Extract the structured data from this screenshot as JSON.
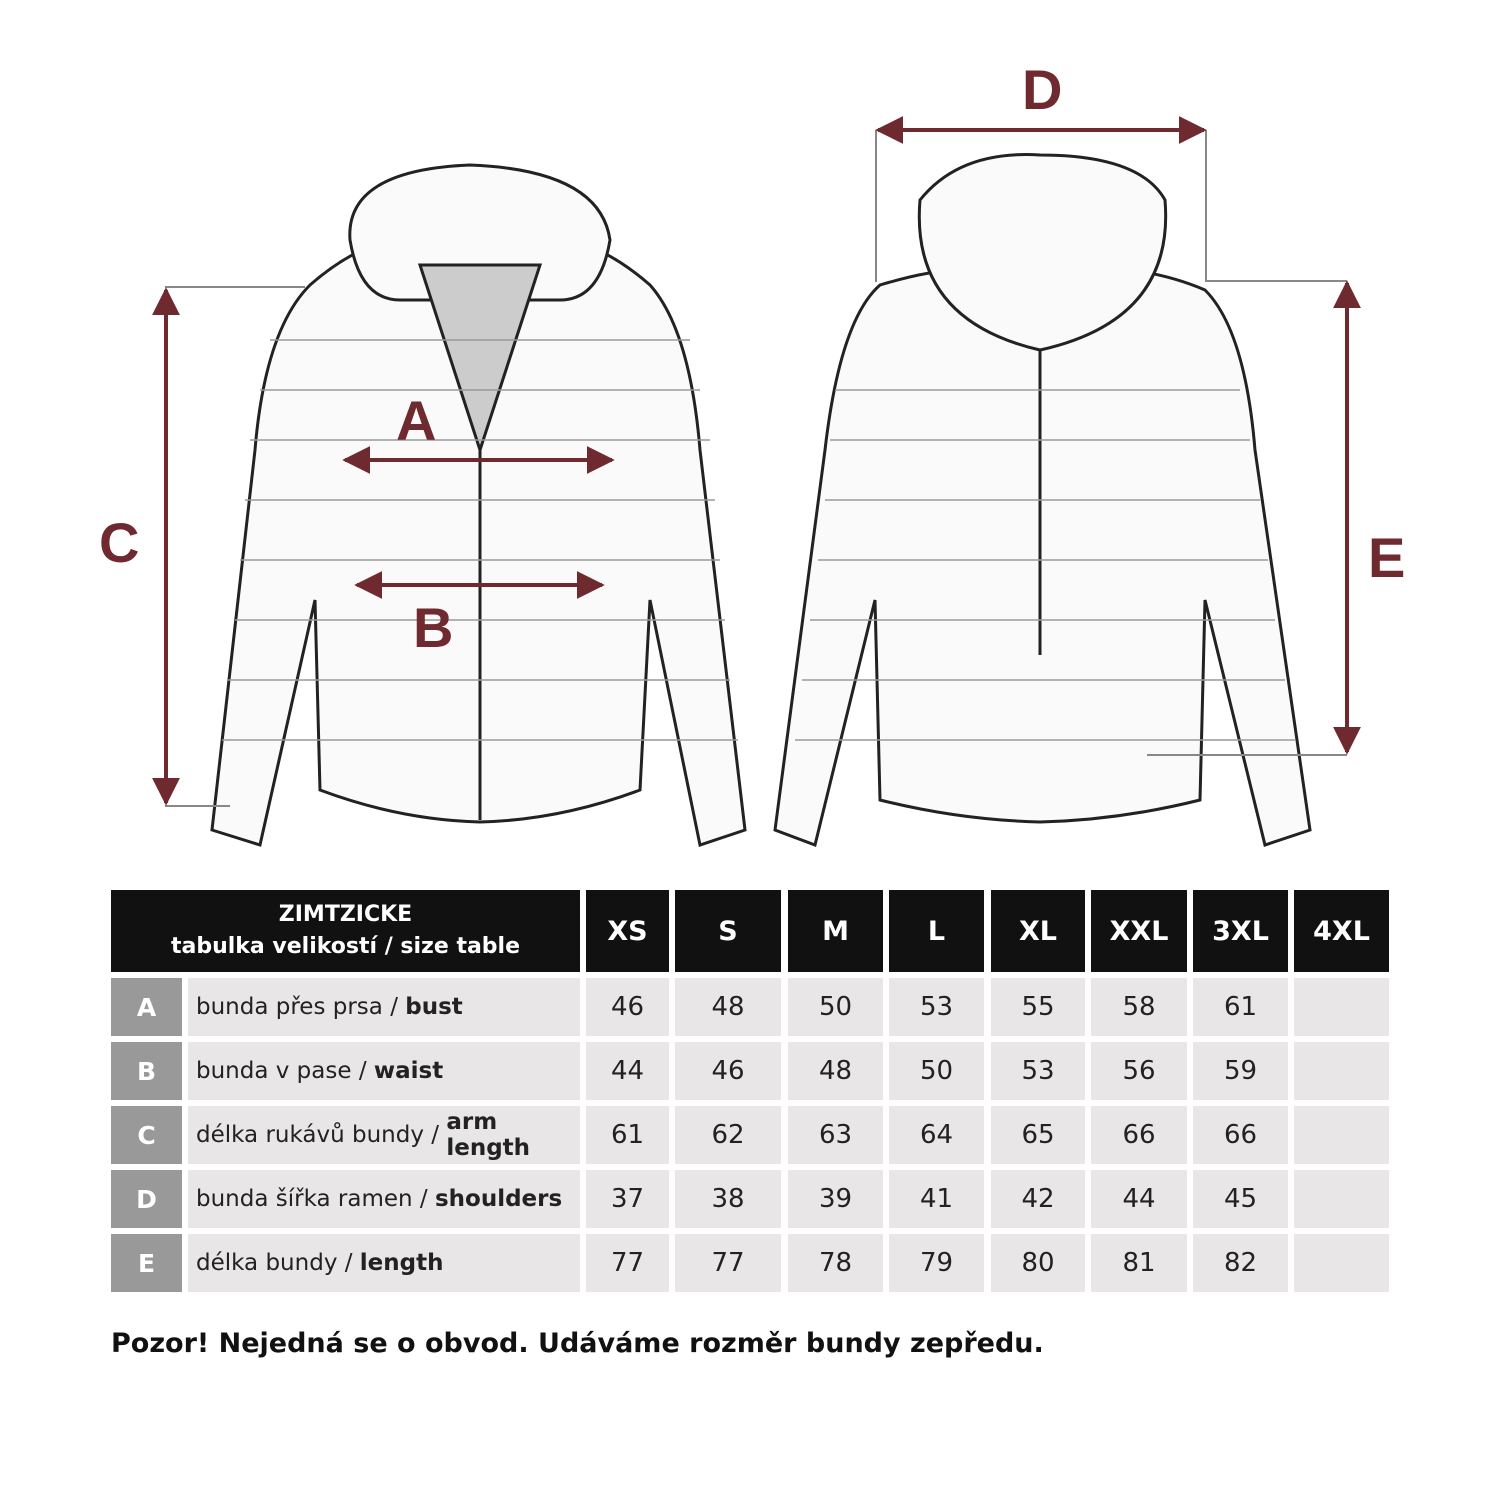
{
  "diagram": {
    "labels": {
      "A": "A",
      "B": "B",
      "C": "C",
      "D": "D",
      "E": "E"
    },
    "arrow_color": "#6f2a30"
  },
  "table": {
    "brand": "ZIMTZICKE",
    "subtitle": "tabulka velikostí / size table",
    "sizes": [
      "XS",
      "S",
      "M",
      "L",
      "XL",
      "XXL",
      "3XL",
      "4XL"
    ],
    "rows": [
      {
        "key": "A",
        "desc": "bunda přes prsa / ",
        "desc_en": "bust",
        "values": [
          "46",
          "48",
          "50",
          "53",
          "55",
          "58",
          "61",
          ""
        ]
      },
      {
        "key": "B",
        "desc": "bunda v pase / ",
        "desc_en": "waist",
        "values": [
          "44",
          "46",
          "48",
          "50",
          "53",
          "56",
          "59",
          ""
        ]
      },
      {
        "key": "C",
        "desc": "délka rukávů bundy / ",
        "desc_en": "arm length",
        "values": [
          "61",
          "62",
          "63",
          "64",
          "65",
          "66",
          "66",
          ""
        ]
      },
      {
        "key": "D",
        "desc": "bunda šířka ramen / ",
        "desc_en": "shoulders",
        "values": [
          "37",
          "38",
          "39",
          "41",
          "42",
          "44",
          "45",
          ""
        ]
      },
      {
        "key": "E",
        "desc": "délka bundy / ",
        "desc_en": "length",
        "values": [
          "77",
          "77",
          "78",
          "79",
          "80",
          "81",
          "82",
          ""
        ]
      }
    ]
  },
  "note": "Pozor! Nejedná se o obvod. Udáváme rozměr bundy zepředu."
}
